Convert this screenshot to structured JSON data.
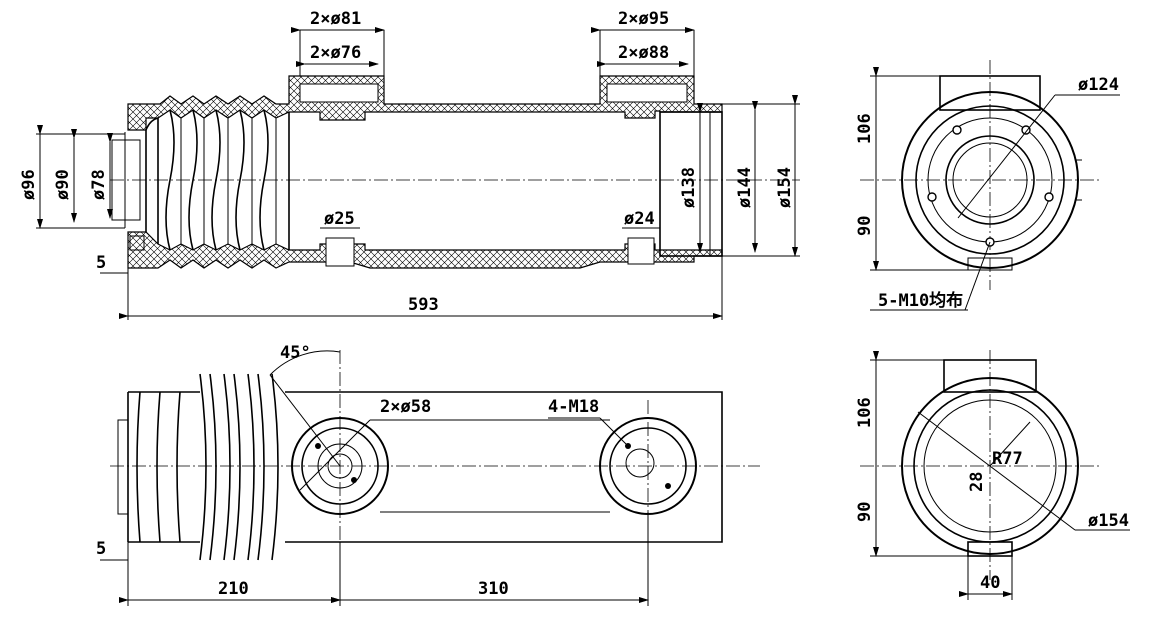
{
  "drawing": {
    "front_view": {
      "ports_outer": "2×ø81",
      "ports_inner": "2×ø76",
      "ports_outer_right": "2×ø95",
      "ports_inner_right": "2×ø88",
      "dia_96": "ø96",
      "dia_90": "ø90",
      "dia_78": "ø78",
      "dia_25": "ø25",
      "dia_24": "ø24",
      "dia_138": "ø138",
      "dia_144": "ø144",
      "dia_154": "ø154",
      "offset_5": "5",
      "length_593": "593"
    },
    "side_view_top": {
      "h_106": "106",
      "h_90": "90",
      "dia_124": "ø124",
      "thread_note": "5-M10均布"
    },
    "top_view": {
      "angle": "45°",
      "ports": "2×ø58",
      "threads": "4-M18",
      "offset_5": "5",
      "len_210": "210",
      "len_310": "310"
    },
    "side_view_bottom": {
      "h_106": "106",
      "h_90": "90",
      "radius": "R77",
      "dim_28": "28",
      "dia_154": "ø154",
      "width_40": "40"
    }
  }
}
